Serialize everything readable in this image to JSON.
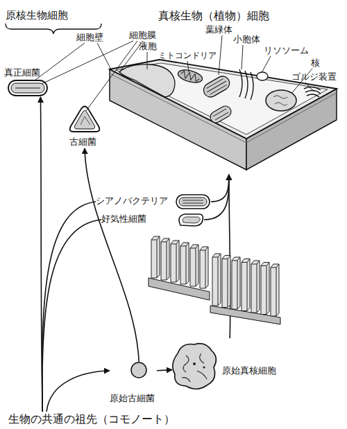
{
  "diagram": {
    "nodes": [
      {
        "text": [
          "真正細菌"
        ]
      },
      {
        "text": [
          "古細菌"
        ]
      },
      {
        "text": [
          "真核生物（植物）細胞"
        ]
      },
      {
        "text": [
          "シアノバクテリア"
        ]
      },
      {
        "text": [
          "好気性細菌"
        ]
      },
      {
        "text": [
          "原始真核細胞"
        ]
      },
      {
        "text": [
          "原始古細菌"
        ]
      },
      {
        "text": [
          "生物の共通の祖先（コモノート）"
        ]
      }
    ],
    "edges": [
      {
        "from": 7,
        "to": 0,
        "arrow": "to"
      },
      {
        "from": 7,
        "to": 6,
        "arrow": "to"
      },
      {
        "from": 6,
        "to": 1,
        "arrow": "to"
      },
      {
        "from": 6,
        "to": 5,
        "arrow": "to"
      },
      {
        "from": 5,
        "to": 2,
        "arrow": "to"
      },
      {
        "from": 7,
        "to": 3,
        "arrow": "none"
      },
      {
        "from": 7,
        "to": 4,
        "arrow": "none"
      },
      {
        "from": 3,
        "to": 2,
        "arrow": "to"
      },
      {
        "from": 4,
        "to": 2,
        "arrow": "to"
      }
    ],
    "labels": [
      "原核生物細胞",
      "細胞壁",
      "細胞膜",
      "液胞",
      "ミトコンドリア",
      "葉緑体",
      "小胞体",
      "リソソーム",
      "核",
      "ゴルジ装置"
    ]
  }
}
